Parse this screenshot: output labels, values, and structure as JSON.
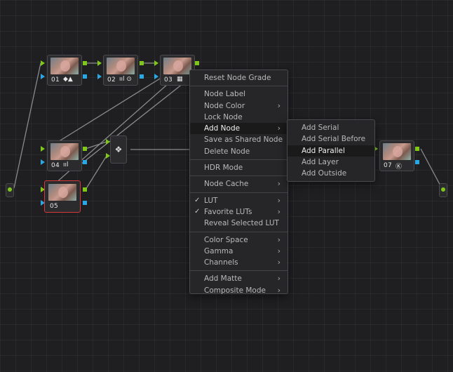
{
  "nodes": [
    {
      "id": "n01",
      "label": "01",
      "icon": "◆▲",
      "icon_name": "color-warp-icon"
    },
    {
      "id": "n02",
      "label": "02",
      "icon": "ııl ⊙",
      "icon_name": "curves-and-qualifier-icon"
    },
    {
      "id": "n03",
      "label": "03",
      "icon": "▦",
      "icon_name": "lut-icon"
    },
    {
      "id": "n04",
      "label": "04",
      "icon": "ııl",
      "icon_name": "curves-icon"
    },
    {
      "id": "n05",
      "label": "05",
      "icon": "",
      "icon_name": ""
    },
    {
      "id": "n07",
      "label": "07",
      "icon": "Ⓚ",
      "icon_name": "key-mixer-icon"
    }
  ],
  "mixer_icon": "❖",
  "colors": {
    "accent_green": "#7fc81a",
    "accent_blue": "#2aa8e6",
    "selected_border": "#d8383a",
    "menu_bg": "#262628"
  },
  "context_menu": {
    "items": [
      {
        "label": "Reset Node Grade"
      },
      {
        "sep": true
      },
      {
        "label": "Node Label"
      },
      {
        "label": "Node Color",
        "submenu": true
      },
      {
        "label": "Lock Node"
      },
      {
        "label": "Add Node",
        "submenu": true,
        "highlighted": true
      },
      {
        "label": "Save as Shared Node"
      },
      {
        "label": "Delete Node"
      },
      {
        "sep": true
      },
      {
        "label": "HDR Mode"
      },
      {
        "sep": true
      },
      {
        "label": "Node Cache",
        "submenu": true
      },
      {
        "sep": true
      },
      {
        "label": "LUT",
        "submenu": true,
        "checked": true
      },
      {
        "label": "Favorite LUTs",
        "submenu": true,
        "checked": true
      },
      {
        "label": "Reveal Selected LUT"
      },
      {
        "sep": true
      },
      {
        "label": "Color Space",
        "submenu": true
      },
      {
        "label": "Gamma",
        "submenu": true
      },
      {
        "label": "Channels",
        "submenu": true
      },
      {
        "sep": true
      },
      {
        "label": "Add Matte",
        "submenu": true
      },
      {
        "label": "Composite Mode",
        "submenu": true
      }
    ],
    "arrow": "›",
    "check": "✓"
  },
  "submenu": {
    "items": [
      {
        "label": "Add Serial"
      },
      {
        "label": "Add Serial Before"
      },
      {
        "label": "Add Parallel",
        "highlighted": true
      },
      {
        "label": "Add Layer"
      },
      {
        "label": "Add Outside"
      }
    ]
  }
}
